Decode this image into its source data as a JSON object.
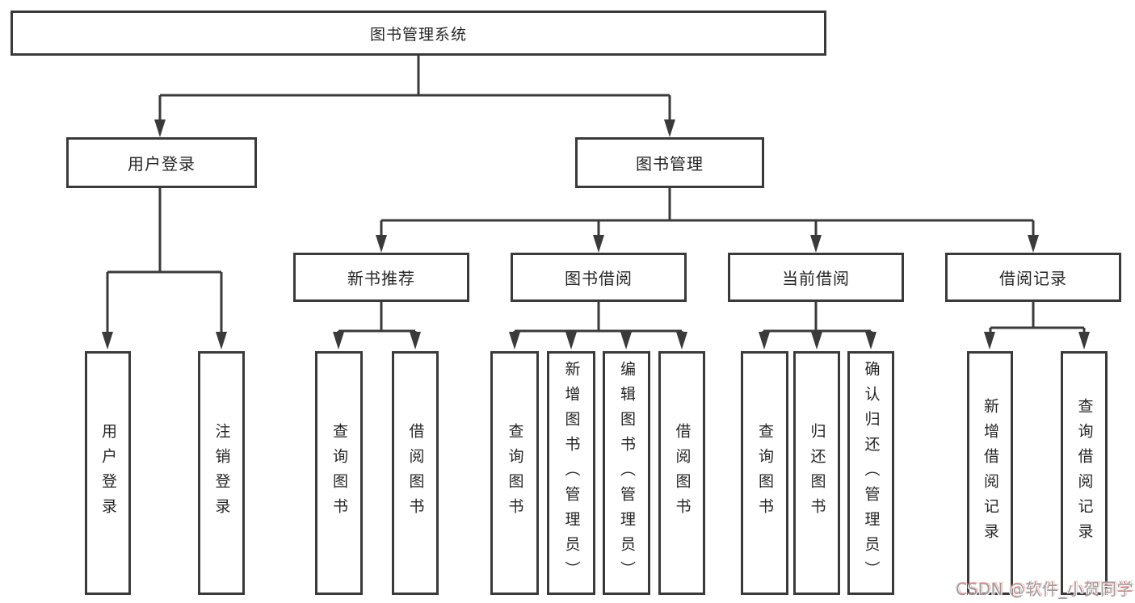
{
  "colors": {
    "background": "#ffffff",
    "line": "#3a3a3a",
    "box_border": "#3a3a3a",
    "text": "#262626",
    "watermark_text": "#9b9b9b"
  },
  "diagram": {
    "root": {
      "label": "图书管理系统"
    },
    "branches": [
      {
        "label": "用户登录",
        "children": [
          {
            "label": "用户登录"
          },
          {
            "label": "注销登录"
          }
        ]
      },
      {
        "label": "图书管理",
        "children": [
          {
            "label": "新书推荐",
            "children": [
              {
                "label": "查询图书"
              },
              {
                "label": "借阅图书"
              }
            ]
          },
          {
            "label": "图书借阅",
            "children": [
              {
                "label": "查询图书"
              },
              {
                "label": "新增图书（管理员）"
              },
              {
                "label": "编辑图书（管理员）"
              },
              {
                "label": "借阅图书"
              }
            ]
          },
          {
            "label": "当前借阅",
            "children": [
              {
                "label": "查询图书"
              },
              {
                "label": "归还图书"
              },
              {
                "label": "确认归还（管理员）"
              }
            ]
          },
          {
            "label": "借阅记录",
            "children": [
              {
                "label": "新增借阅记录"
              },
              {
                "label": "查询借阅记录"
              }
            ]
          }
        ]
      }
    ]
  },
  "watermark": {
    "text": "CSDN @软件_小贺同学"
  }
}
